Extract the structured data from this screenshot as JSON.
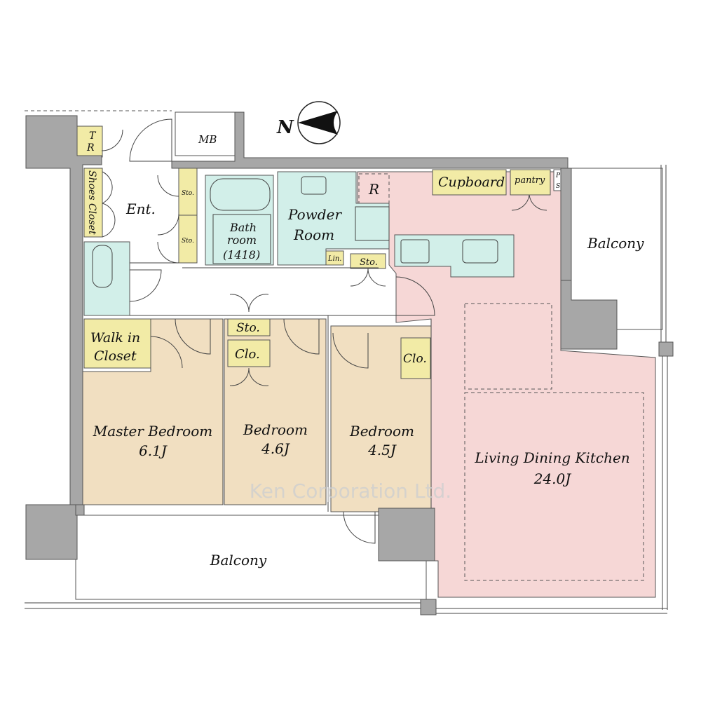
{
  "compass": {
    "label": "N"
  },
  "rooms": {
    "tr": {
      "line1": "T",
      "line2": "R"
    },
    "mb": "MB",
    "shoes_closet": "Shoes Closet",
    "entrance": "Ent.",
    "sto_upper": "Sto.",
    "sto_lower": "Sto.",
    "bathroom": {
      "line1": "Bath",
      "line2": "room",
      "line3": "(1418)"
    },
    "powder_room": {
      "line1": "Powder",
      "line2": "Room"
    },
    "refrigerator": "R",
    "linen": "Lin.",
    "sto_hall": "Sto.",
    "cupboard": "Cupboard",
    "pantry": "pantry",
    "ps": {
      "line1": "P",
      "line2": "S"
    },
    "balcony_east": "Balcony",
    "walk_in_closet": {
      "line1": "Walk in",
      "line2": "Closet"
    },
    "sto_bed2": "Sto.",
    "clo_bed2": "Clo.",
    "clo_bed3": "Clo.",
    "master_bedroom": {
      "name": "Master Bedroom",
      "size": "6.1J"
    },
    "bedroom2": {
      "name": "Bedroom",
      "size": "4.6J"
    },
    "bedroom3": {
      "name": "Bedroom",
      "size": "4.5J"
    },
    "ldk": {
      "name": "Living Dining Kitchen",
      "size": "24.0J"
    },
    "balcony_south": "Balcony"
  },
  "watermark": "Ken Corporation Ltd.",
  "colors": {
    "wall": "#a7a7a7",
    "storage": "#f2eba6",
    "wet": "#d2efe9",
    "ldk": "#f6d7d6",
    "bedroom": "#f1dfc1"
  }
}
